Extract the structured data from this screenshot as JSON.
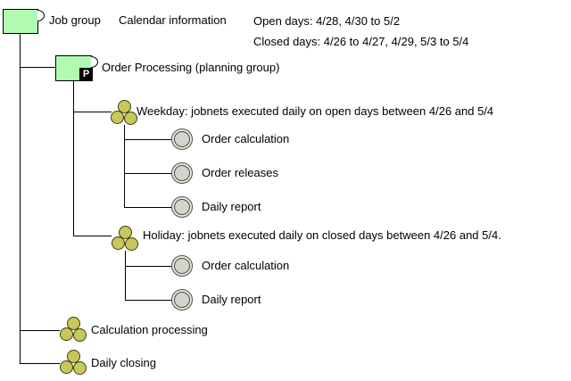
{
  "colors": {
    "group_fill": "#b1fab1",
    "jobnet_fill": "#c8c85a",
    "jobnet_border": "#3c3c14",
    "job_outer_fill": "#e8e8e1",
    "job_inner_fill": "#d4d4cc",
    "job_border": "#4d4d45",
    "line": "#000000",
    "badge_bg": "#000000",
    "badge_fg": "#ffffff"
  },
  "header": {
    "root_label": "Job group",
    "calendar_label": "Calendar information",
    "open_days": "Open days: 4/28, 4/30 to 5/2",
    "closed_days": "Closed days: 4/26 to 4/27, 4/29, 5/3 to 5/4"
  },
  "tree": {
    "planning_group": {
      "label": "Order Processing (planning group)",
      "badge": "P"
    },
    "weekday": {
      "label": "Weekday: jobnets executed daily on open days between 4/26 and 5/4",
      "jobs": [
        "Order calculation",
        "Order releases",
        "Daily report"
      ]
    },
    "holiday": {
      "label": "Holiday: jobnets executed daily on closed days between 4/26 and 5/4.",
      "jobs": [
        "Order calculation",
        "Daily report"
      ]
    },
    "other_jobnets": [
      "Calculation processing",
      "Daily closing"
    ]
  },
  "icons": {
    "job_group": "green box with ear tab",
    "planning_group": "green box with ear tab and black P badge",
    "jobnet": "three olive circles cluster",
    "job": "gray double circle"
  }
}
